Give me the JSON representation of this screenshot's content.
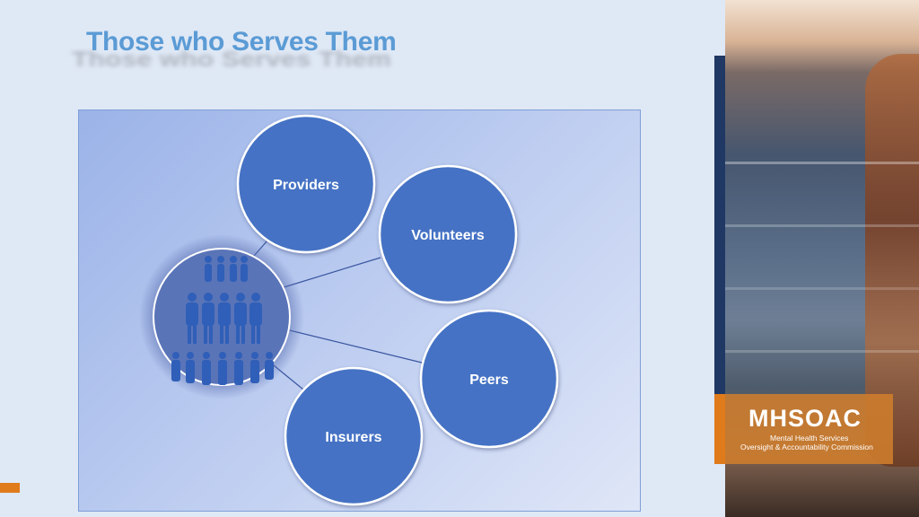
{
  "slide": {
    "title": "Those who Serves Them"
  },
  "diagram": {
    "center_icon": "people-group-icon",
    "nodes": [
      {
        "id": "providers",
        "label": "Providers"
      },
      {
        "id": "volunteers",
        "label": "Volunteers"
      },
      {
        "id": "peers",
        "label": "Peers"
      },
      {
        "id": "insurers",
        "label": "Insurers"
      }
    ],
    "colors": {
      "node_fill": "#4472c4",
      "node_border": "#ffffff",
      "connector": "#3a56a0"
    }
  },
  "branding": {
    "logo_text": "MHSOAC",
    "logo_subtitle_line1": "Mental Health Services",
    "logo_subtitle_line2": "Oversight & Accountability Commission",
    "accent_orange": "#e07b1b",
    "accent_navy": "#1f3864"
  }
}
